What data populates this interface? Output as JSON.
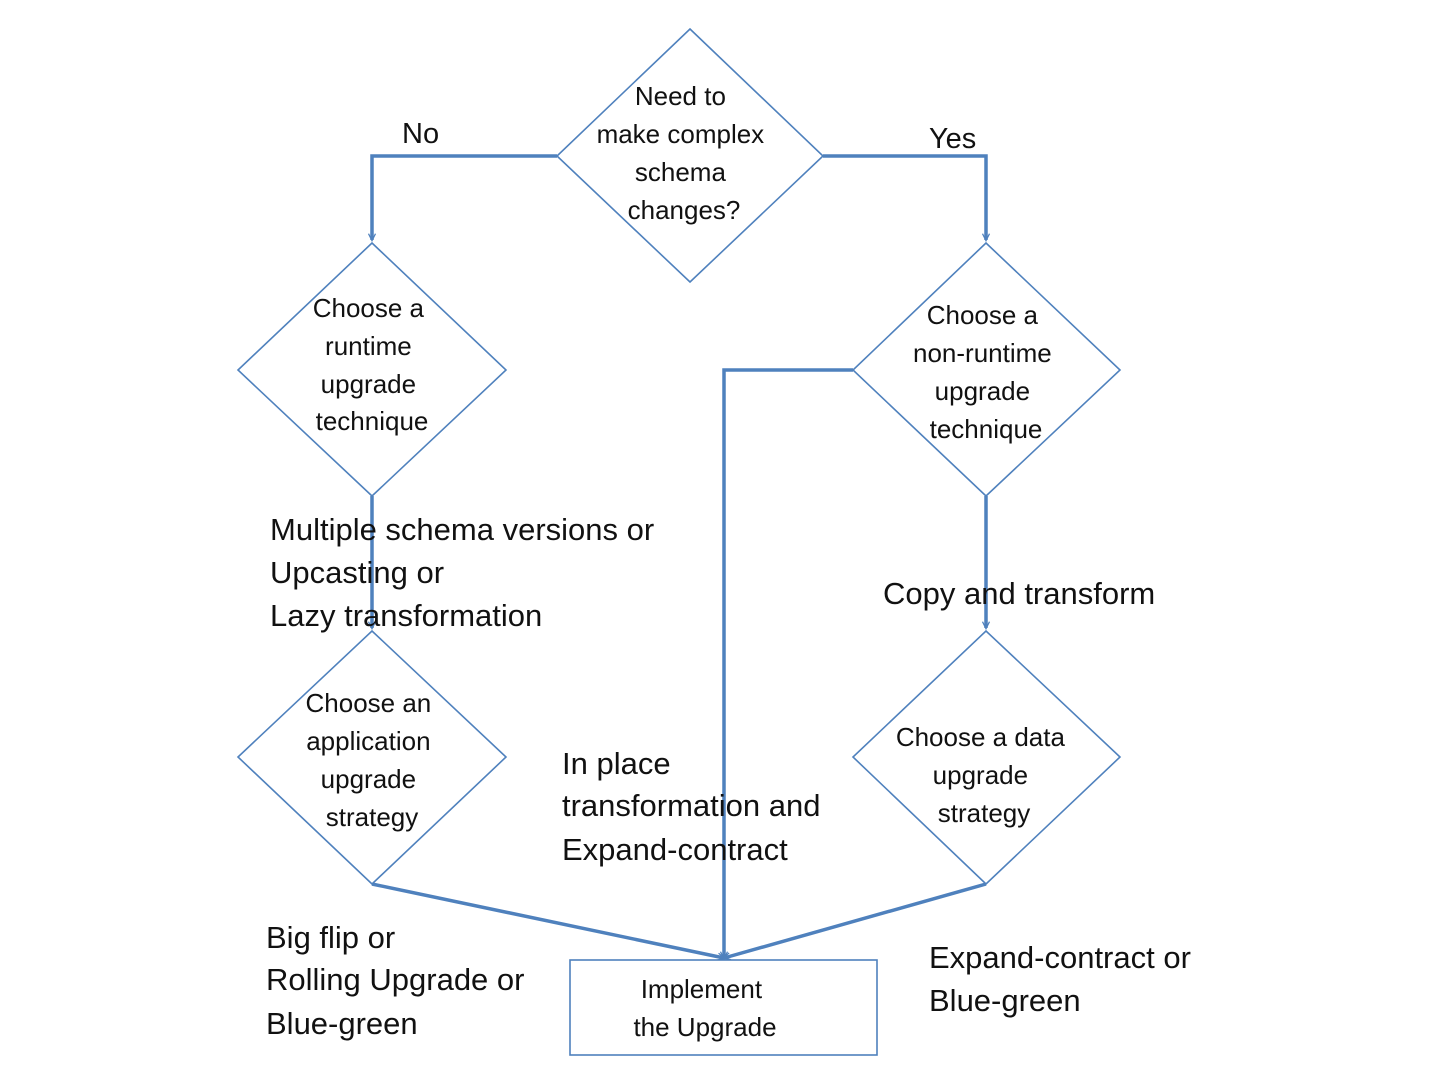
{
  "colors": {
    "line": "#4f81bd",
    "shape_border": "#4f81bd",
    "text": "#111111",
    "background": "#ffffff"
  },
  "nodes": {
    "decision_schema": [
      "Need to",
      "make complex",
      "schema",
      "changes?"
    ],
    "runtime_technique": [
      "Choose a",
      "runtime",
      "upgrade",
      "technique"
    ],
    "nonruntime_technique": [
      "Choose a",
      "non-runtime",
      "upgrade",
      "technique"
    ],
    "app_strategy": [
      "Choose an",
      "application",
      "upgrade",
      "strategy"
    ],
    "data_strategy": [
      "Choose a data",
      "upgrade",
      "strategy"
    ],
    "implement": [
      "Implement",
      "the Upgrade"
    ]
  },
  "branch_labels": {
    "no": "No",
    "yes": "Yes"
  },
  "edge_labels": {
    "runtime_options": [
      "Multiple schema versions or",
      "Upcasting or",
      "Lazy transformation"
    ],
    "copy_transform": [
      "Copy and transform"
    ],
    "in_place": [
      "In place",
      "transformation and",
      "Expand-contract"
    ],
    "app_options": [
      "Big flip or",
      "Rolling Upgrade or",
      "Blue-green"
    ],
    "data_options": [
      "Expand-contract or",
      "Blue-green"
    ]
  }
}
